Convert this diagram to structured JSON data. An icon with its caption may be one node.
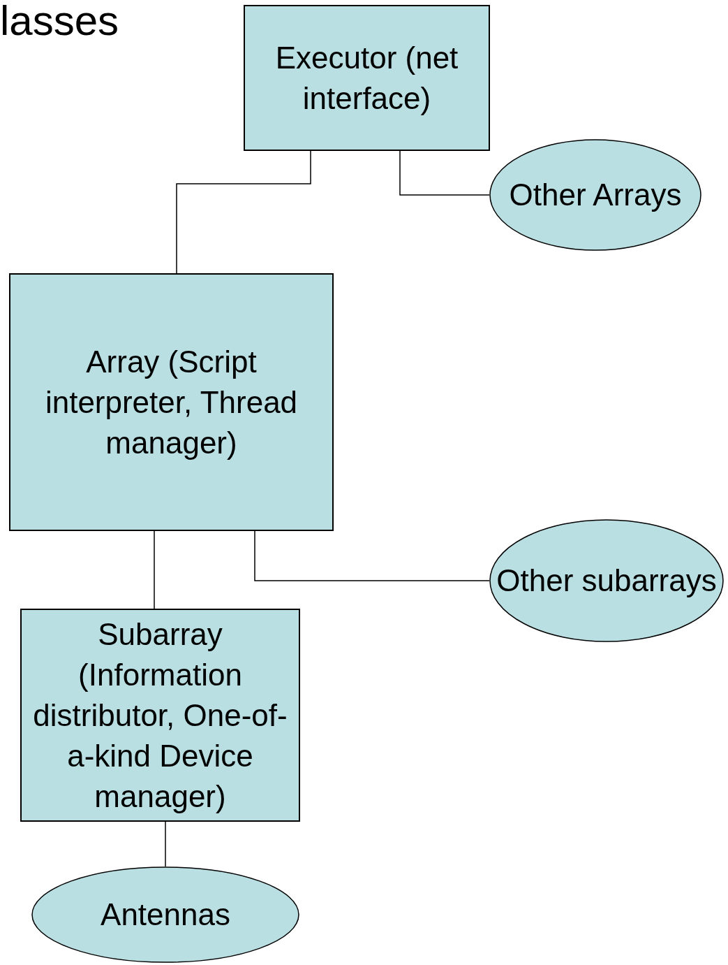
{
  "diagram": {
    "nodes": [
      {
        "text": [
          "Executor (net interface)"
        ]
      },
      {
        "text": [
          "Other Arrays"
        ]
      },
      {
        "text": [
          "Array (Script interpreter, Thread manager)"
        ]
      },
      {
        "text": [
          "Other subarrays"
        ]
      },
      {
        "text": [
          "Subarray (Information distributor, One-of-a-kind Device manager)"
        ]
      },
      {
        "text": [
          "Antennas"
        ]
      }
    ],
    "edges": [
      {
        "from": 0,
        "to": 2,
        "arrow": "none"
      },
      {
        "from": 0,
        "to": 1,
        "arrow": "none"
      },
      {
        "from": 2,
        "to": 4,
        "arrow": "none"
      },
      {
        "from": 2,
        "to": 3,
        "arrow": "none"
      },
      {
        "from": 4,
        "to": 5,
        "arrow": "none"
      }
    ],
    "labels": [
      "lasses"
    ]
  }
}
